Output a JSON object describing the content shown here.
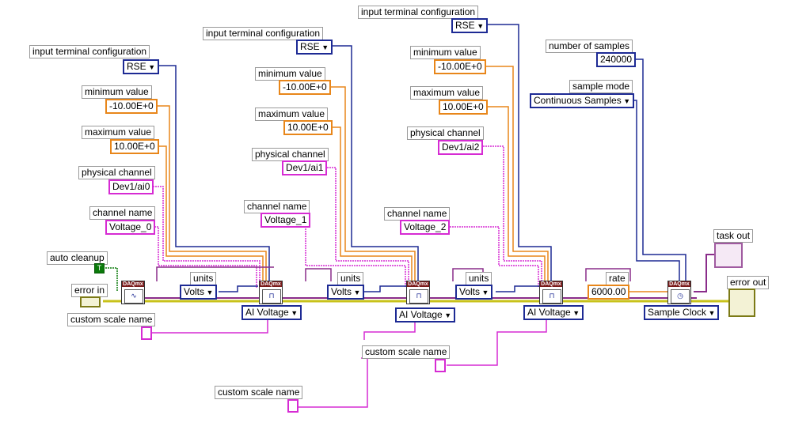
{
  "labels": {
    "input_terminal_configuration": "input terminal configuration",
    "minimum_value": "minimum value",
    "maximum_value": "maximum value",
    "physical_channel": "physical channel",
    "channel_name": "channel name",
    "auto_cleanup": "auto cleanup",
    "error_in": "error in",
    "custom_scale_name": "custom scale name",
    "units": "units",
    "number_of_samples": "number of samples",
    "sample_mode": "sample mode",
    "rate": "rate",
    "task_out": "task out",
    "error_out": "error out"
  },
  "channels": [
    {
      "terminal_config": "RSE",
      "min": "-10.00E+0",
      "max": "10.00E+0",
      "physical": "Dev1/ai0",
      "name": "Voltage_0",
      "units": "Volts",
      "polymorph": "AI Voltage"
    },
    {
      "terminal_config": "RSE",
      "min": "-10.00E+0",
      "max": "10.00E+0",
      "physical": "Dev1/ai1",
      "name": "Voltage_1",
      "units": "Volts",
      "polymorph": "AI Voltage"
    },
    {
      "terminal_config": "RSE",
      "min": "-10.00E+0",
      "max": "10.00E+0",
      "physical": "Dev1/ai2",
      "name": "Voltage_2",
      "units": "Volts",
      "polymorph": "AI Voltage"
    }
  ],
  "timing": {
    "number_of_samples": "240000",
    "sample_mode": "Continuous Samples",
    "rate": "6000.00",
    "polymorph": "Sample Clock"
  },
  "constants": {
    "auto_cleanup": "T"
  },
  "node_header": "DAQmx",
  "colors": {
    "enum": "#1d2a94",
    "numeric": "#e8861a",
    "io_name": "#d62bd3",
    "error_wire": "#c8c21a",
    "task_wire": "#2b8a5a"
  }
}
